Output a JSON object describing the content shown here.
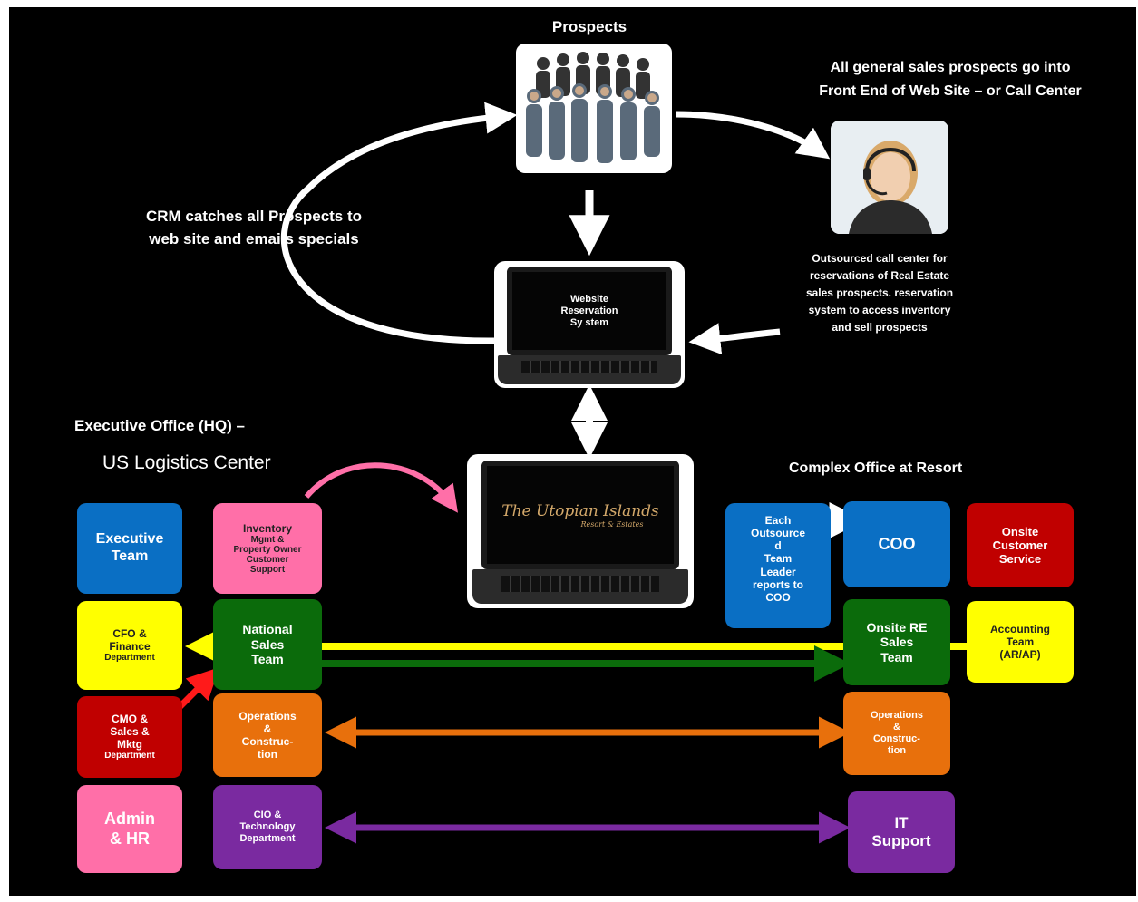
{
  "prospects": {
    "title": "Prospects",
    "image": "crowd-of-people-photo"
  },
  "web_note": "All general sales prospects go into\nFront End of Web Site – or Call Center",
  "call_center": {
    "image": "call-center-agent-photo",
    "note": "Outsourced call center for\nreservations of Real Estate\nsales prospects. reservation\nsystem to access inventory\nand sell prospects"
  },
  "crm_note": "CRM catches all Prospects to\nweb site and emails specials",
  "website": {
    "screen_text": "Website\nReservation\nSy stem"
  },
  "brand": {
    "name": "The Utopian Islands",
    "tagline": "Resort & Estates"
  },
  "hq": {
    "title": "Executive Office (HQ) –",
    "subtitle": "US Logistics Center"
  },
  "resort_office": {
    "title": "Complex Office at Resort"
  },
  "left_boxes": {
    "executive": "Executive\nTeam",
    "inventory_title": "Inventory",
    "inventory_sub": "Mgmt &\nProperty Owner\nCustomer\nSupport",
    "cfo_title": "CFO &\nFinance",
    "cfo_sub": "Department",
    "national_sales": "National\nSales\nTeam",
    "cmo_title": "CMO &\nSales &\nMktg",
    "cmo_sub": "Department",
    "operations": "Operations\n&\nConstruc-\ntion",
    "admin": "Admin\n& HR",
    "cio": "CIO &\nTechnology\nDepartment"
  },
  "right_boxes": {
    "outsourced": "Each\nOutsource\nd\nTeam\nLeader\nreports to\nCOO",
    "coo": "COO",
    "customer_service": "Onsite\nCustomer\nService",
    "onsite_sales": "Onsite RE\nSales\nTeam",
    "accounting": "Accounting\nTeam\n(AR/AP)",
    "operations": "Operations\n&\nConstruc-\ntion",
    "it_support": "IT\nSupport"
  },
  "colors": {
    "background": "#000000",
    "blue": "#0a6fc4",
    "pink": "#ff5aa8",
    "light_pink": "#ff6fa8",
    "yellow": "#ffff00",
    "green": "#0b6b0b",
    "red": "#c00000",
    "orange": "#e8700c",
    "purple": "#7a2aa0"
  }
}
